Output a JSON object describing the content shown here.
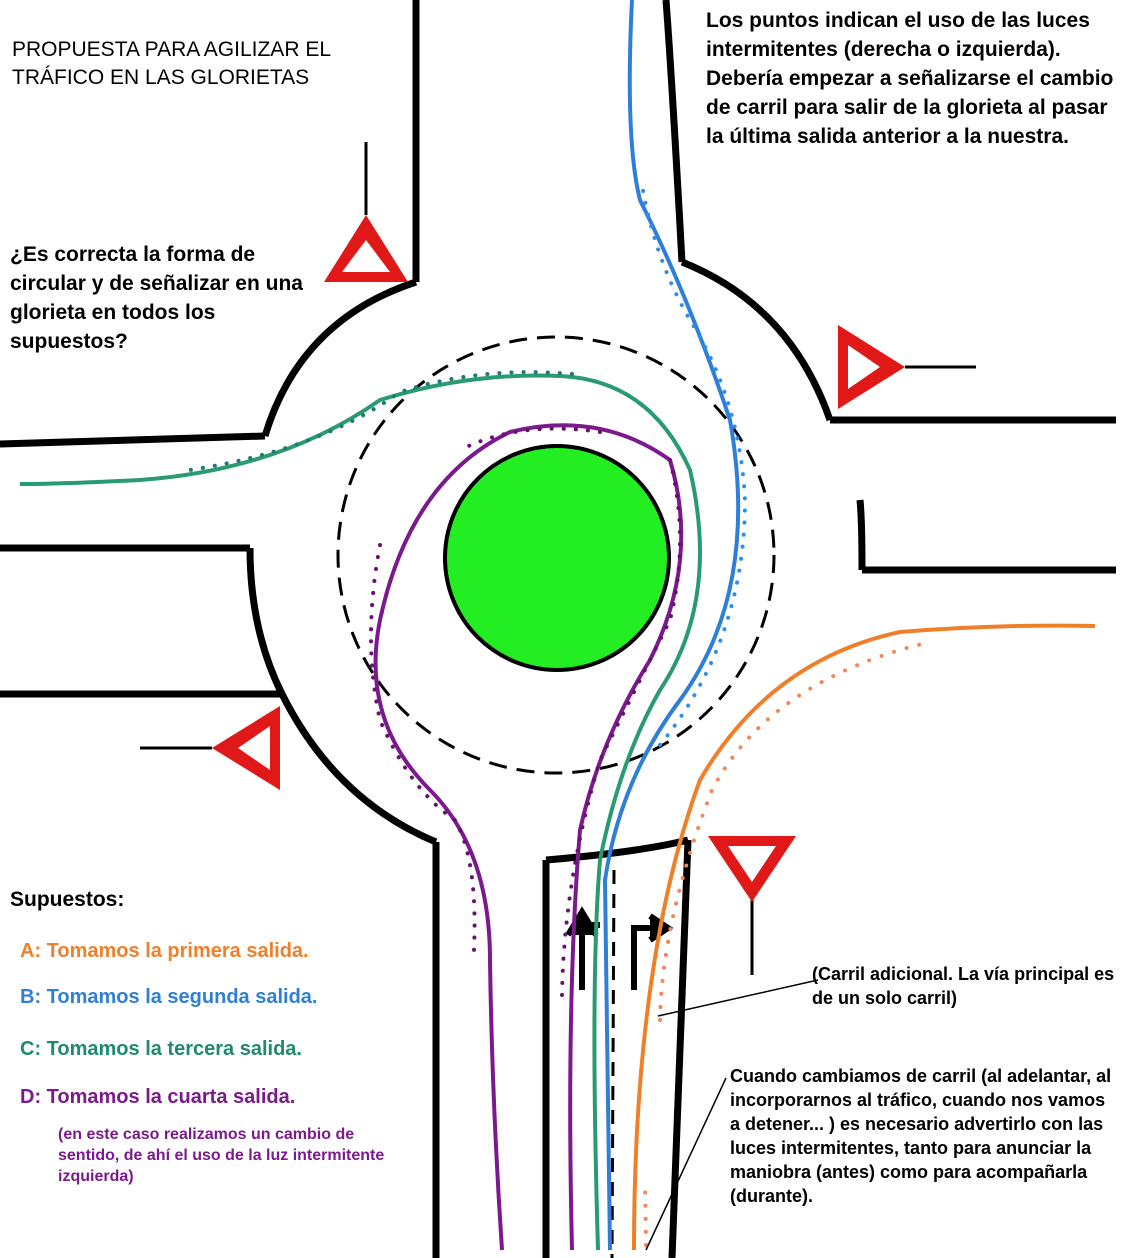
{
  "title_lines": [
    "PROPUESTA PARA AGILIZAR EL",
    "TRÁFICO EN LAS GLORIETAS"
  ],
  "question": "¿Es correcta la forma de circular y de señalizar en una glorieta en todos los supuestos?",
  "blinker_note": "Los puntos indican el uso de las luces intermitentes (derecha o izquierda). Debería empezar a señalizarse el cambio de carril para salir de la glorieta al pasar la última salida anterior a la nuestra.",
  "supuestos": {
    "heading": "Supuestos:",
    "cases": [
      {
        "label": "A: Tomamos la primera salida.",
        "color": "#f07f2a"
      },
      {
        "label": "B: Tomamos la segunda salida.",
        "color": "#2f7fd8"
      },
      {
        "label": "C: Tomamos la tercera salida.",
        "color": "#1e8a70"
      },
      {
        "label": "D: Tomamos la cuarta salida.",
        "color": "#7a1a8c"
      }
    ],
    "case_d_note": "(en este caso realizamos un cambio de sentido, de ahí el uso de la luz intermitente izquierda)"
  },
  "extra_lane_note": "(Carril adicional. La vía principal es de un solo carril)",
  "lane_change_note": "Cuando cambiamos de carril (al adelantar, al incorporarnos al tráfico, cuando nos vamos a detener... ) es necesario advertirlo con las luces intermitentes, tanto para anunciar la maniobra (antes) como para acompañarla (durante).",
  "colors": {
    "island": "#22ee22",
    "road_edge": "#000000",
    "yield_sign": "#e01818",
    "path_a": "#f07f2a",
    "path_b": "#2f7fd8",
    "path_c": "#2a9a70",
    "path_d": "#7a1a8c",
    "dots_a": "#f08858",
    "dots_b": "#2f8fe8",
    "dots_c": "#1e7a78",
    "dots_d": "#6a1070"
  },
  "icons": [
    "yield-sign-icon",
    "lane-arrow-straight-icon",
    "lane-arrow-right-icon"
  ]
}
